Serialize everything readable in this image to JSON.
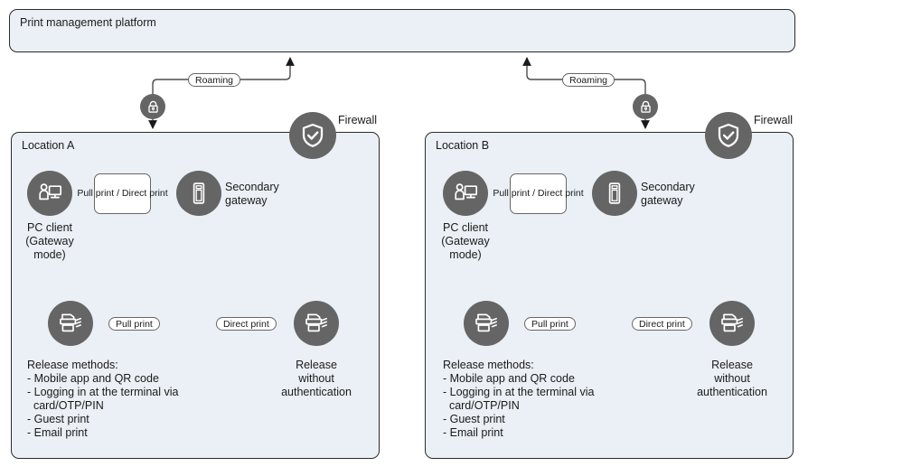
{
  "diagram": {
    "platform": {
      "title": "Print management platform"
    },
    "firewall_label": "Firewall",
    "roaming_label": "Roaming",
    "locations": [
      {
        "id": "A",
        "title": "Location A",
        "pc_client": {
          "icon": "pc-client-icon",
          "caption": "PC client\n(Gateway\nmode)"
        },
        "gateway": {
          "icon": "server-gateway-icon",
          "caption": "Secondary\ngateway"
        },
        "client_to_gateway_label": "Pull print\n/\nDirect print",
        "pull_print_label": "Pull print",
        "direct_print_label": "Direct print",
        "secure_mfp": {
          "icon": "printer-mfp-icon"
        },
        "open_mfp": {
          "icon": "printer-mfp-icon",
          "caption": "Release\nwithout\nauthentication"
        },
        "release_methods": "Release methods:\n- Mobile app and QR code\n- Logging in at the terminal via\n  card/OTP/PIN\n- Guest print\n- Email print"
      },
      {
        "id": "B",
        "title": "Location B",
        "pc_client": {
          "icon": "pc-client-icon",
          "caption": "PC client\n(Gateway\nmode)"
        },
        "gateway": {
          "icon": "server-gateway-icon",
          "caption": "Secondary\ngateway"
        },
        "client_to_gateway_label": "Pull print\n/\nDirect print",
        "pull_print_label": "Pull print",
        "direct_print_label": "Direct print",
        "secure_mfp": {
          "icon": "printer-mfp-icon"
        },
        "open_mfp": {
          "icon": "printer-mfp-icon",
          "caption": "Release\nwithout\nauthentication"
        },
        "release_methods": "Release methods:\n- Mobile app and QR code\n- Logging in at the terminal via\n  card/OTP/PIN\n- Guest print\n- Email print"
      }
    ],
    "icons": {
      "lock": "lock-icon",
      "shield": "shield-check-icon"
    },
    "colors": {
      "box_fill": "#eaf0f5",
      "box_stroke": "#2b2b2b",
      "icon_circle": "#656565",
      "icon_glyph": "#ffffff",
      "wire": "#4d4d4d",
      "text": "#1a1a1a"
    }
  }
}
